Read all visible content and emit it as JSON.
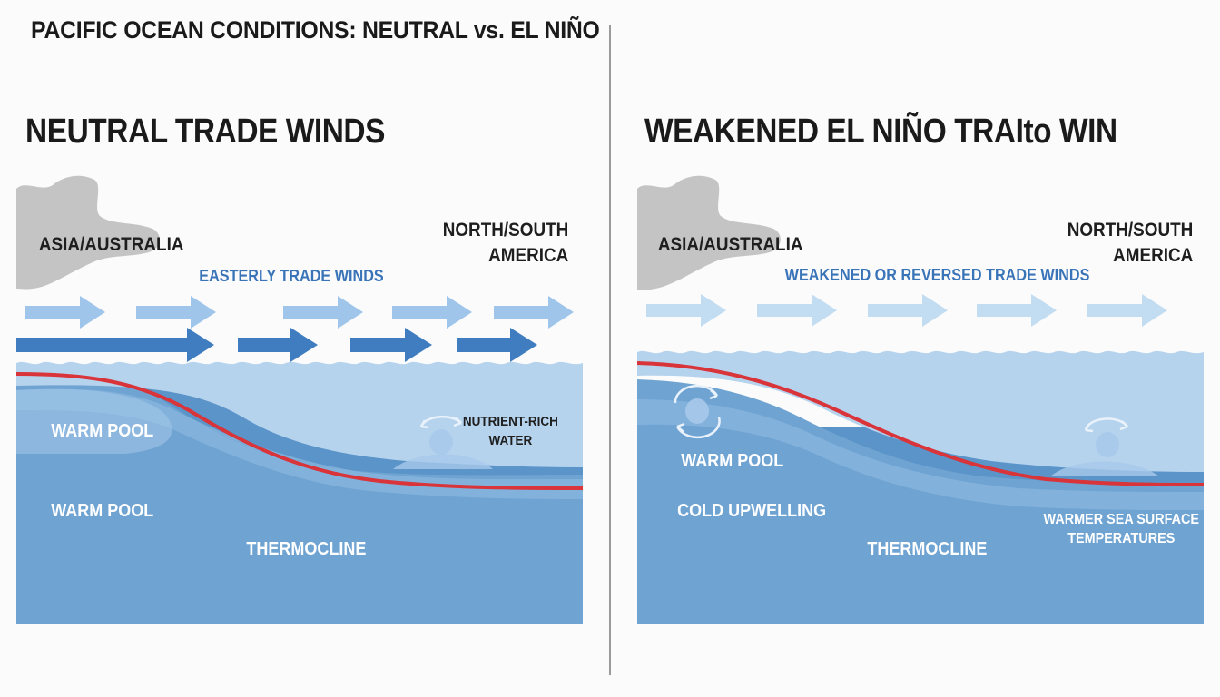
{
  "page_title": "PACIFIC OCEAN CONDITIONS: NEUTRAL vs. EL NIÑO",
  "colors": {
    "deep_water": "#5a94c8",
    "mid_water": "#7fb0db",
    "surface_water": "#b6d3ee",
    "arrow_strong": "#3f7dc0",
    "arrow_light": "#9fc6ea",
    "arrow_faint": "#c2dcf2",
    "thermocline_line": "#d8343a",
    "land": "#c4c4c4"
  },
  "neutral": {
    "title": "NEUTRAL TRADE WINDS",
    "asia_label": "ASIA/AUSTRALIA",
    "america_label_1": "NORTH/SOUTH",
    "america_label_2": "AMERICA",
    "winds_label": "EASTERLY TRADE WINDS",
    "warm_pool_label": "WARM POOL",
    "warm_pool_label_2": "WARM POOL",
    "thermocline_label": "THERMOCLINE",
    "nutrient_label_1": "NUTRIENT-RICH",
    "nutrient_label_2": "WATER"
  },
  "el_nino": {
    "title": "WEAKENED EL NIÑO TRAIto WIN",
    "asia_label": "ASIA/AUSTRALIA",
    "america_label_1": "NORTH/SOUTH",
    "america_label_2": "AMERICA",
    "winds_label": "WEAKENED OR REVERSED TRADE WINDS",
    "warm_pool_label": "WARM POOL",
    "upwelling_label": "COLD UPWELLING",
    "thermocline_label": "THERMOCLINE",
    "warmer_label_1": "WARMER SEA SURFACE",
    "warmer_label_2": "TEMPERATURES"
  }
}
